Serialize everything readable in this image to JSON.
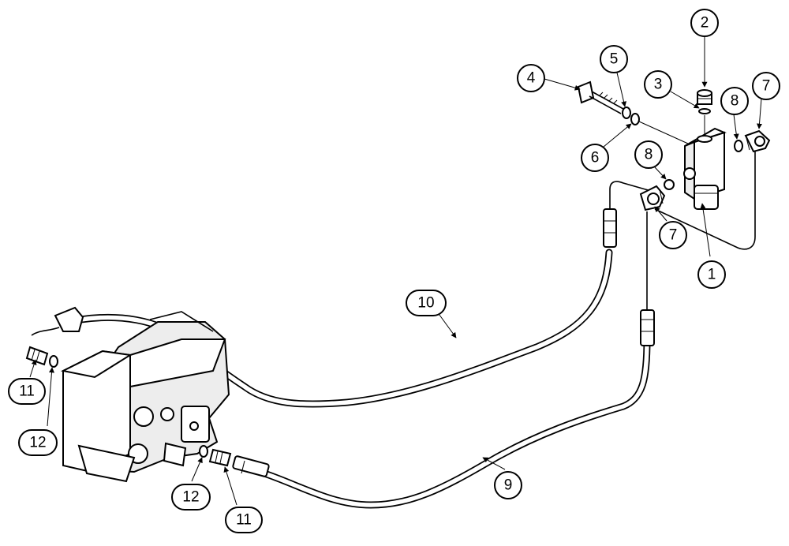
{
  "callouts": {
    "c1": "1",
    "c2": "2",
    "c3": "3",
    "c4": "4",
    "c5": "5",
    "c6": "6",
    "c7a": "7",
    "c7b": "7",
    "c8a": "8",
    "c8b": "8",
    "c9": "9",
    "c10": "10",
    "c11a": "11",
    "c11b": "11",
    "c12a": "12",
    "c12b": "12"
  }
}
